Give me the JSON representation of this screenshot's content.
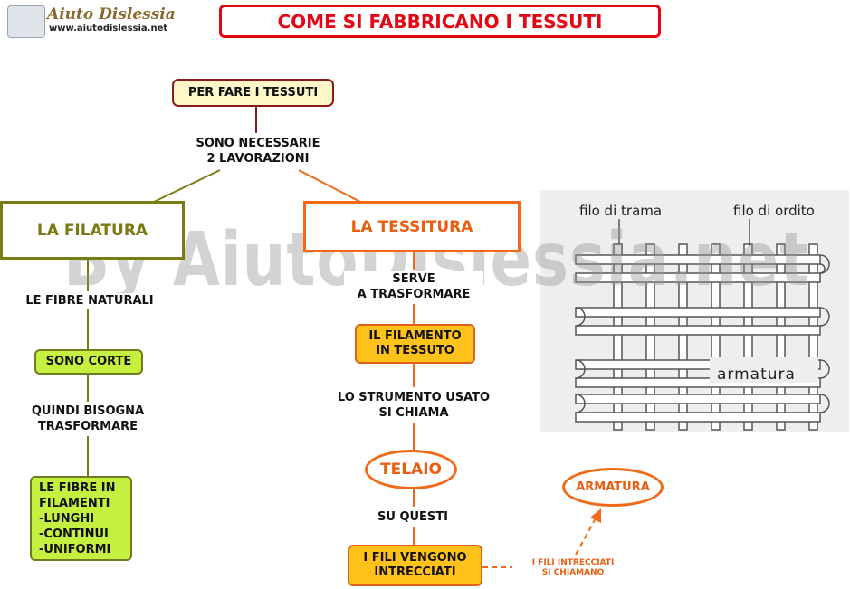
{
  "logo": {
    "title": "Aiuto Dislessia",
    "url": "www.aiutodislessia.net"
  },
  "title": "COME SI FABBRICANO I TESSUTI",
  "watermark": "By AiutoDislessia.net",
  "nodes": {
    "root": "PER FARE I TESSUTI",
    "necessarie": [
      "SONO NECESSARIE",
      "2 LAVORAZIONI"
    ],
    "filatura": "LA FILATURA",
    "tessitura": "LA TESSITURA",
    "fibre_naturali": "LE FIBRE NATURALI",
    "sono_corte": "SONO CORTE",
    "quindi": [
      "QUINDI BISOGNA",
      "TRASFORMARE"
    ],
    "fibre_filamenti": [
      "LE FIBRE IN",
      "FILAMENTI",
      "-LUNGHI",
      "-CONTINUI",
      "-UNIFORMI"
    ],
    "serve": [
      "SERVE",
      "A TRASFORMARE"
    ],
    "filamento": [
      "IL FILAMENTO",
      "IN TESSUTO"
    ],
    "strumento": [
      "LO STRUMENTO USATO",
      "SI CHIAMA"
    ],
    "telaio": "TELAIO",
    "su_questi": "SU QUESTI",
    "fili": [
      "I FILI VENGONO",
      "INTRECCIATI"
    ],
    "fili_intrecciati_label": [
      "I FILI INTRECCIATI",
      "SI CHIAMANO"
    ],
    "armatura": "ARMATURA"
  },
  "figure": {
    "filo_trama": "filo di trama",
    "filo_ordito": "filo di ordito",
    "armatura": "armatura"
  },
  "colors": {
    "title_red": "#e30613",
    "orange": "#f06a17",
    "olive": "#7b7b14",
    "dark_red": "#8b1a1a",
    "green_fill": "#c6f040",
    "orange_fill": "#ffc21a",
    "yellow_fill": "#fff7c7"
  }
}
